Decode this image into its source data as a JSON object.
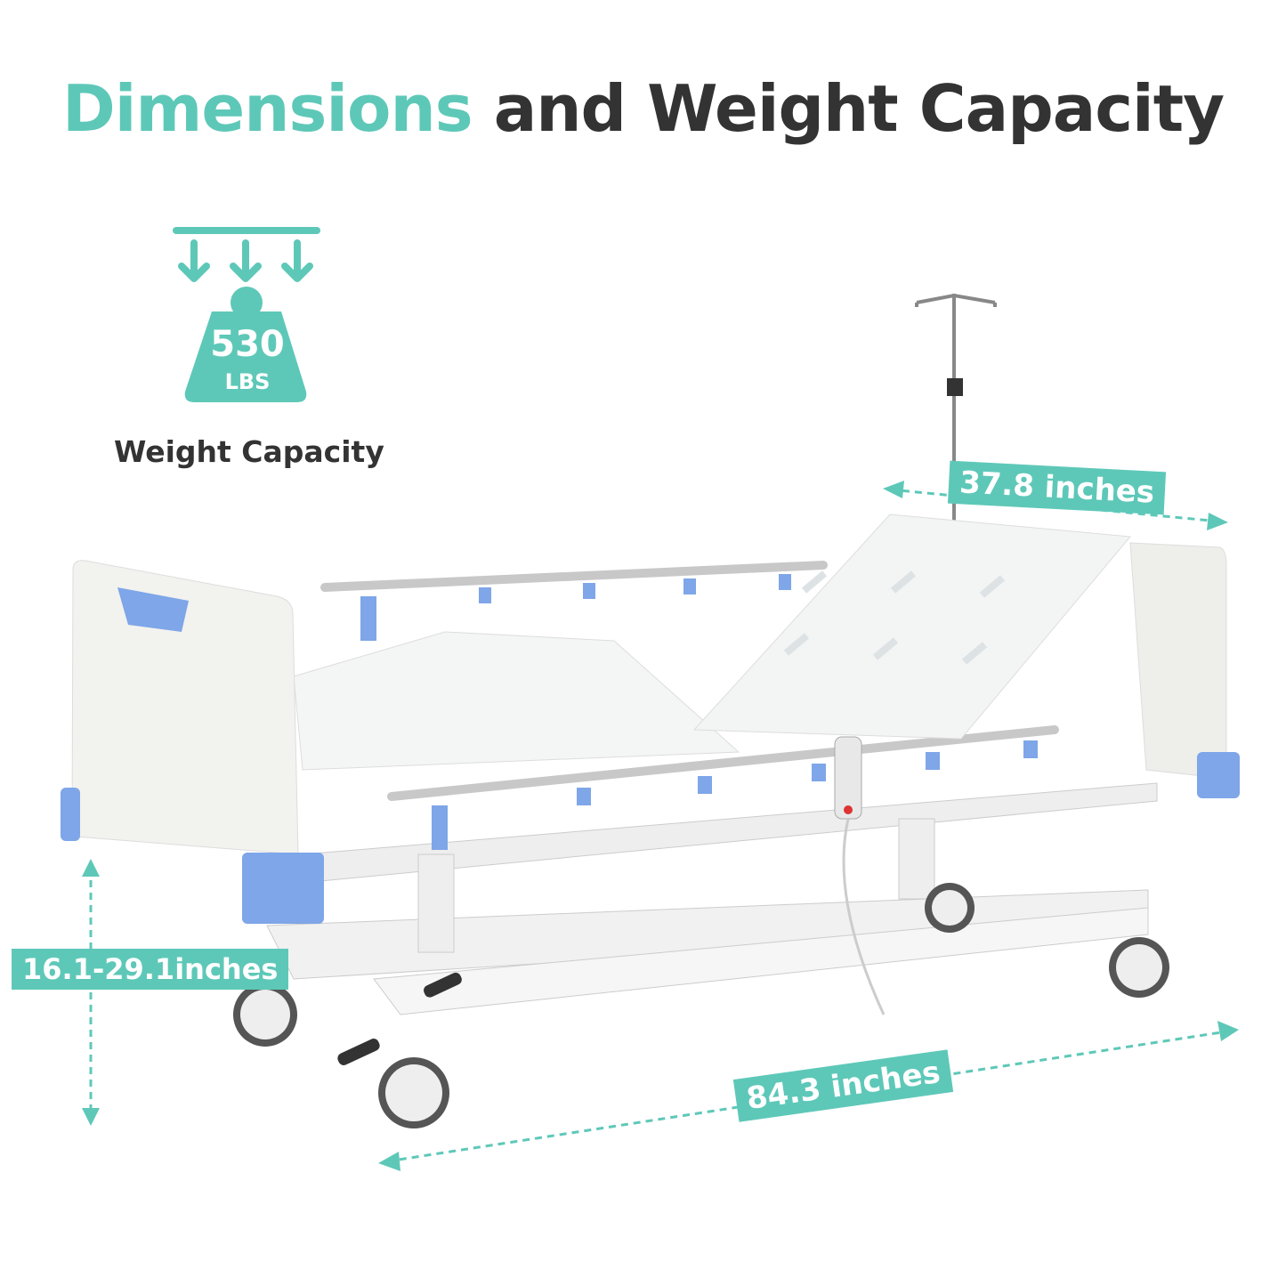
{
  "title": {
    "accent": "Dimensions",
    "rest": " and Weight Capacity"
  },
  "weight_icon": {
    "value": "530",
    "unit": "LBS",
    "icon": "weight-load-icon"
  },
  "weight_label": "Weight Capacity",
  "dimensions": {
    "width": "37.8 inches",
    "height": "16.1-29.1inches",
    "length": "84.3 inches"
  },
  "colors": {
    "accent": "#5ec8b8",
    "text": "#333333",
    "bed_blue": "#7ea6e8"
  }
}
